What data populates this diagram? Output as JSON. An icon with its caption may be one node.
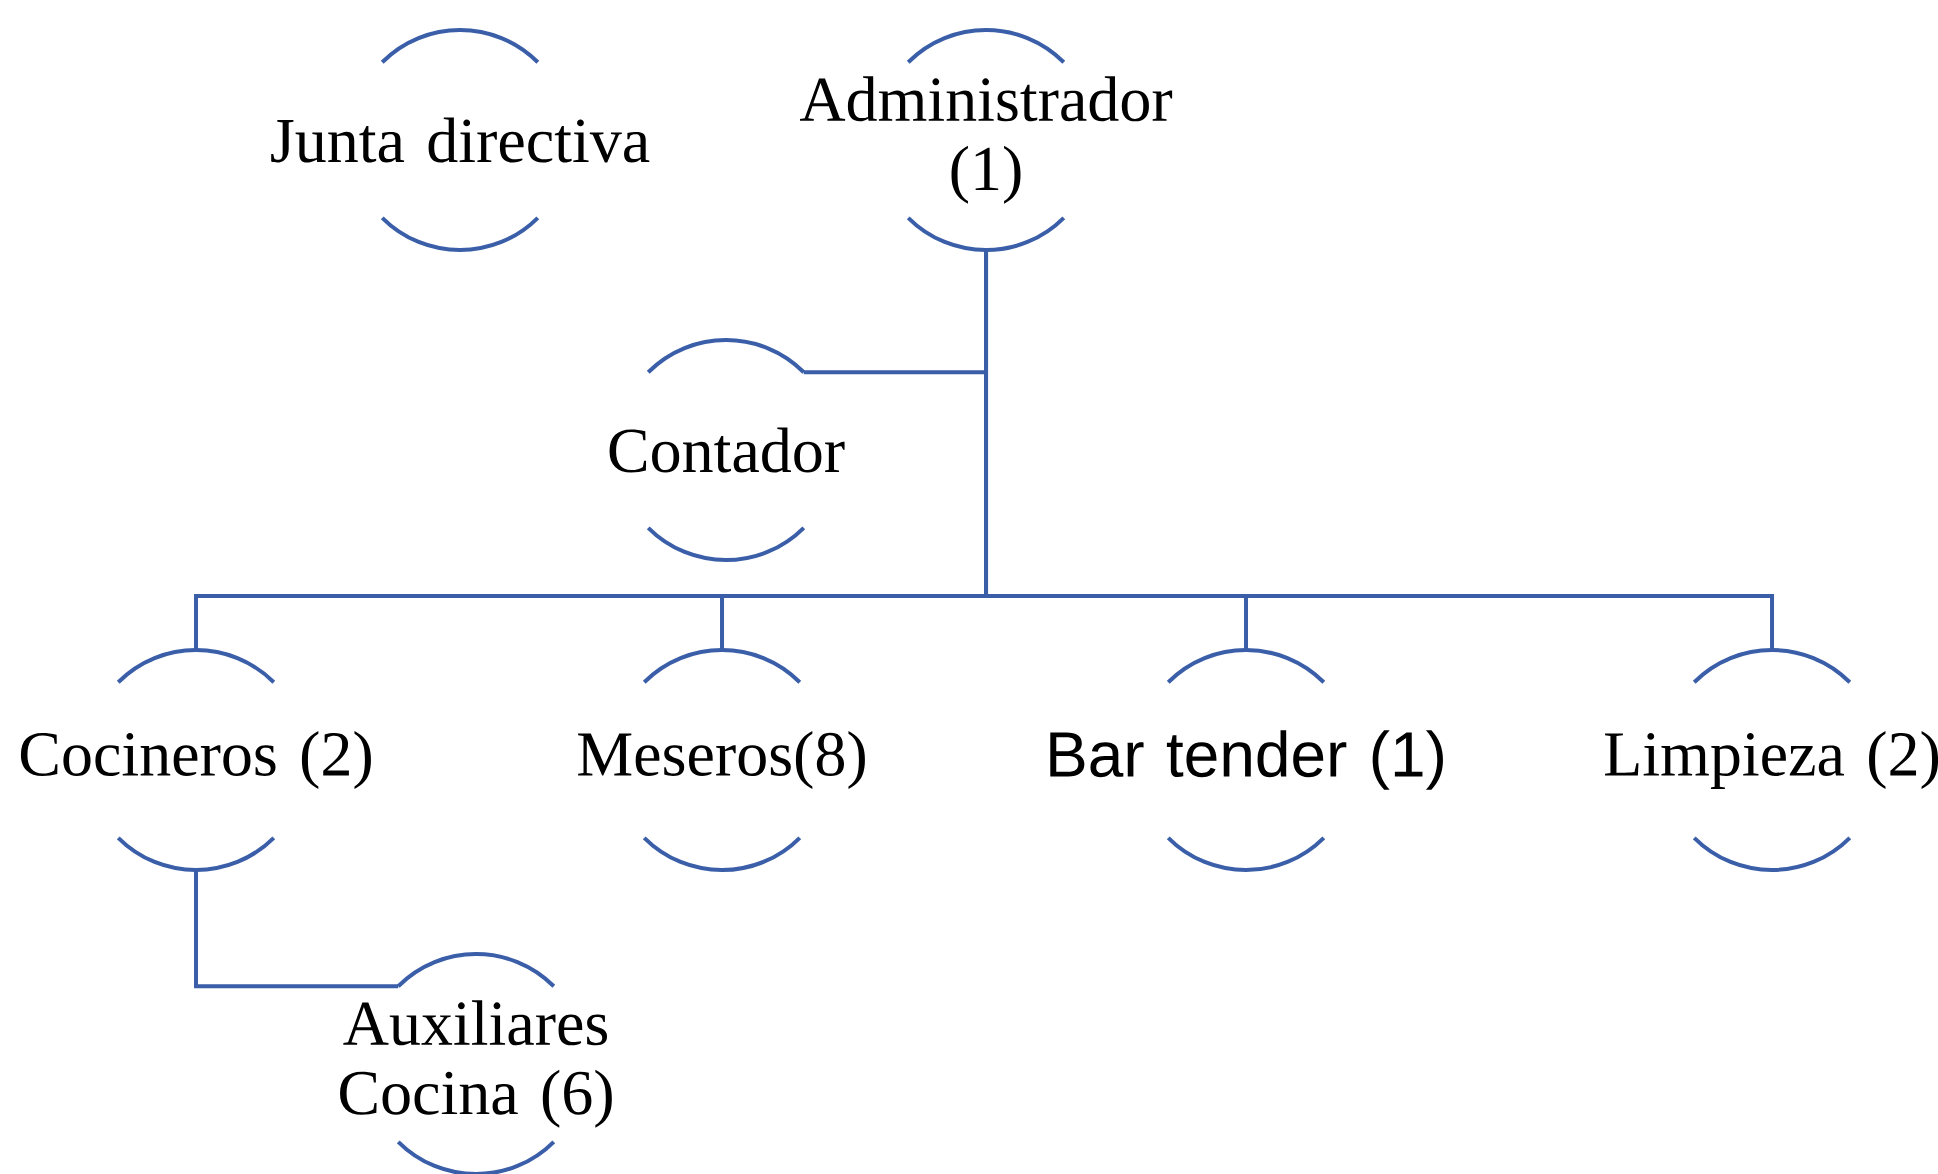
{
  "diagram": {
    "nodes": [
      {
        "text": [
          "Junta directiva"
        ]
      },
      {
        "text": [
          "Administrador (1)"
        ]
      },
      {
        "text": [
          "Contador"
        ]
      },
      {
        "text": [
          "Cocineros (2)"
        ]
      },
      {
        "text": [
          "Meseros(8)"
        ]
      },
      {
        "text": [
          "Bar tender (1)"
        ]
      },
      {
        "text": [
          "Limpieza (2)"
        ]
      },
      {
        "text": [
          "Auxiliares Cocina (6)"
        ]
      }
    ],
    "edges": [
      {
        "from": 1,
        "to": 2,
        "arrow": "none"
      },
      {
        "from": 1,
        "to": 3,
        "arrow": "none"
      },
      {
        "from": 1,
        "to": 4,
        "arrow": "none"
      },
      {
        "from": 1,
        "to": 5,
        "arrow": "none"
      },
      {
        "from": 1,
        "to": 6,
        "arrow": "none"
      },
      {
        "from": 3,
        "to": 7,
        "arrow": "none"
      }
    ]
  }
}
